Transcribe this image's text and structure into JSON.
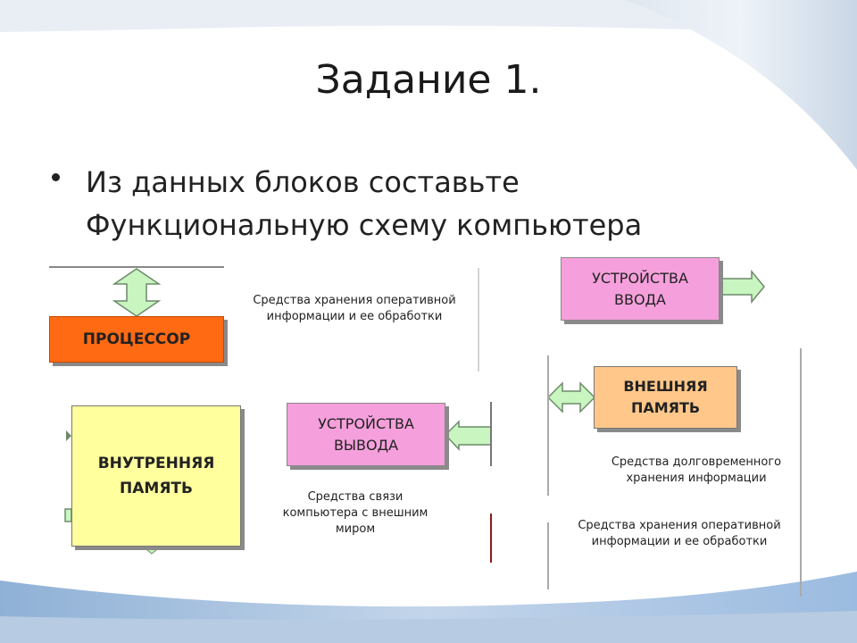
{
  "slide": {
    "title": "Задание 1.",
    "bullet": "Из данных блоков составьте Функциональную схему компьютера"
  },
  "blocks": {
    "processor": "ПРОЦЕССОР",
    "internal_memory": "ВНУТРЕННЯЯ ПАМЯТЬ",
    "output_devices": "УСТРОЙСТВА ВЫВОДА",
    "input_devices": "УСТРОЙСТВА ВВОДА",
    "external_memory": "ВНЕШНЯЯ ПАМЯТЬ"
  },
  "notes": {
    "note_1": "Средства хранения оперативной информации и ее обработки",
    "note_2": "Средства связи компьютера с внешним миром",
    "note_3": "Средства долговременного хранения информации",
    "note_4": "Средства хранения оперативной информации и ее обработки"
  },
  "colors": {
    "processor": "#ff6a13",
    "internal_memory": "#ffff9e",
    "io_devices": "#f5a0dc",
    "external_memory": "#ffc78a",
    "arrows": "#c8f5c0"
  }
}
